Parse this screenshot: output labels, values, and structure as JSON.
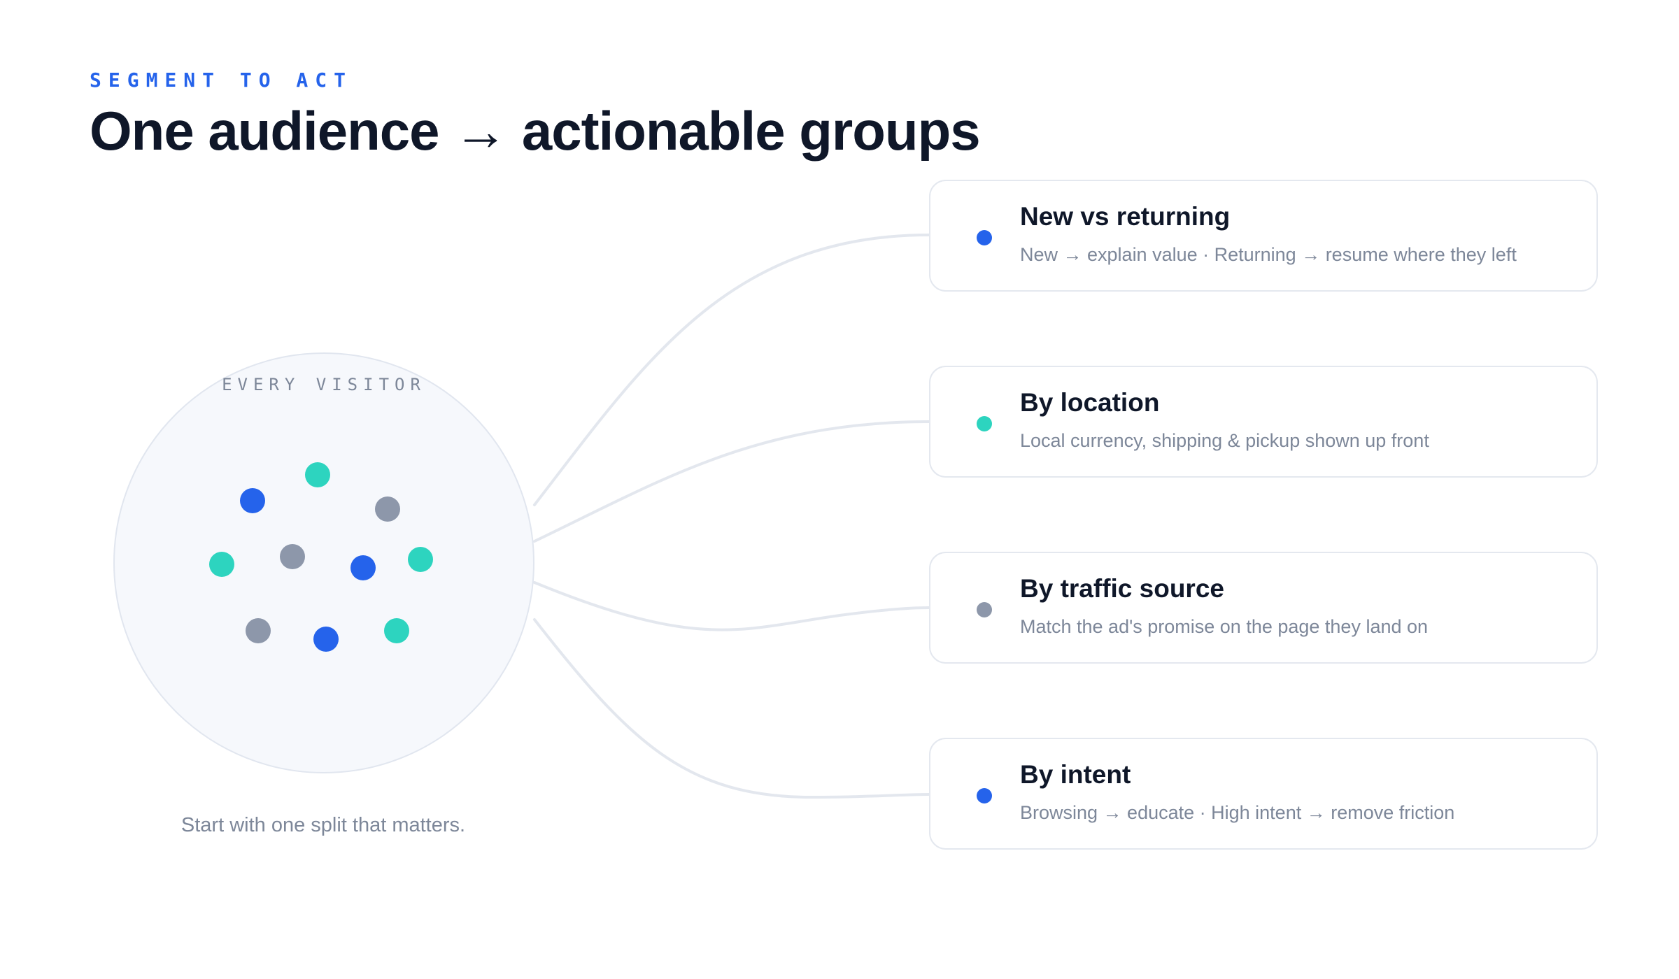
{
  "header": {
    "eyebrow": "SEGMENT TO ACT",
    "title": "One audience → actionable groups"
  },
  "audience": {
    "label": "EVERY VISITOR",
    "caption": "Start with one split that matters."
  },
  "colors": {
    "blue": "#2563eb",
    "teal": "#2dd4bf",
    "gray": "#8d97aa",
    "connector": "#e3e7ee"
  },
  "segments": [
    {
      "title": "New vs returning",
      "description": "New → explain value · Returning → resume where they left",
      "dot_color": "#2563eb"
    },
    {
      "title": "By location",
      "description": "Local currency, shipping & pickup shown up front",
      "dot_color": "#2dd4bf"
    },
    {
      "title": "By traffic source",
      "description": "Match the ad's promise on the page they land on",
      "dot_color": "#8d97aa"
    },
    {
      "title": "By intent",
      "description": "Browsing → educate · High intent → remove friction",
      "dot_color": "#2563eb"
    }
  ]
}
